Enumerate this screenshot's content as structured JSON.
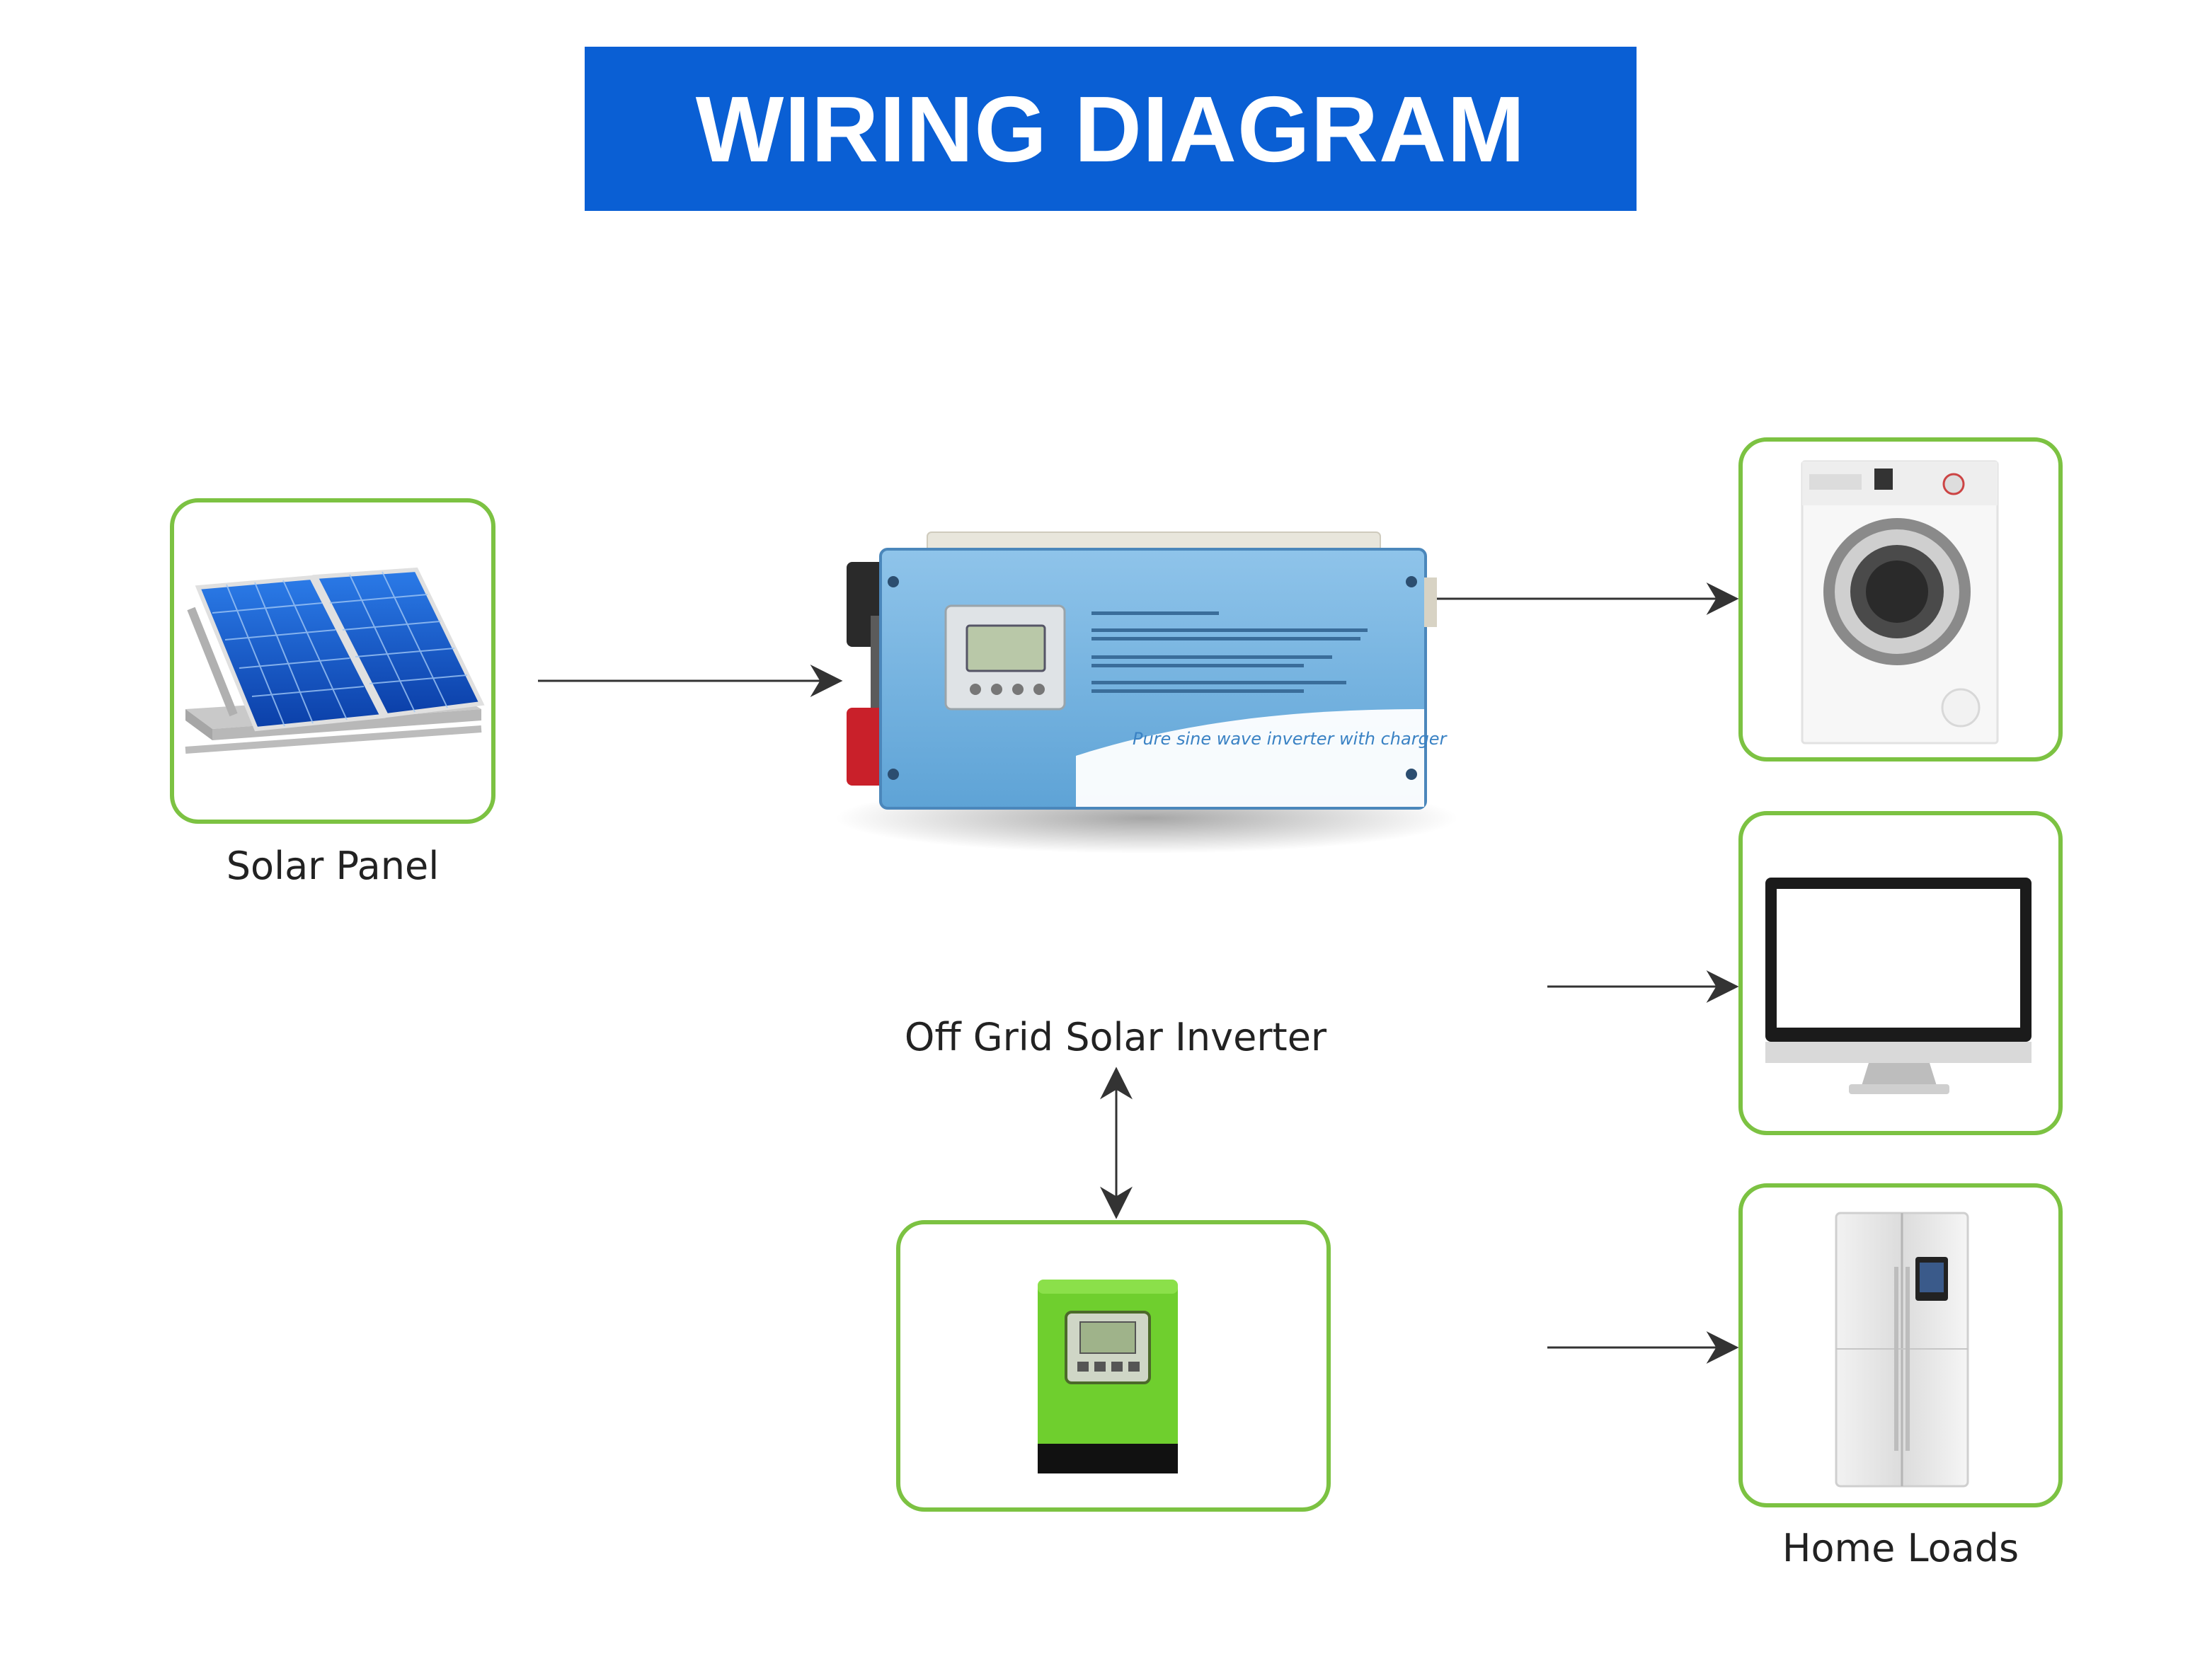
{
  "header": {
    "title": "WIRING DIAGRAM"
  },
  "nodes": {
    "solar_panel": {
      "label": "Solar Panel"
    },
    "inverter": {
      "label": "Off Grid Solar Inverter",
      "panel_text": "Pure sine wave inverter with charger"
    },
    "controller": {
      "label": ""
    },
    "washing_machine": {
      "label": ""
    },
    "monitor": {
      "label": ""
    },
    "refrigerator": {
      "label": ""
    },
    "home_loads": {
      "label": "Home Loads"
    }
  },
  "colors": {
    "banner": "#0a5fd4",
    "card_border": "#7cc242",
    "connector": "#333333"
  }
}
